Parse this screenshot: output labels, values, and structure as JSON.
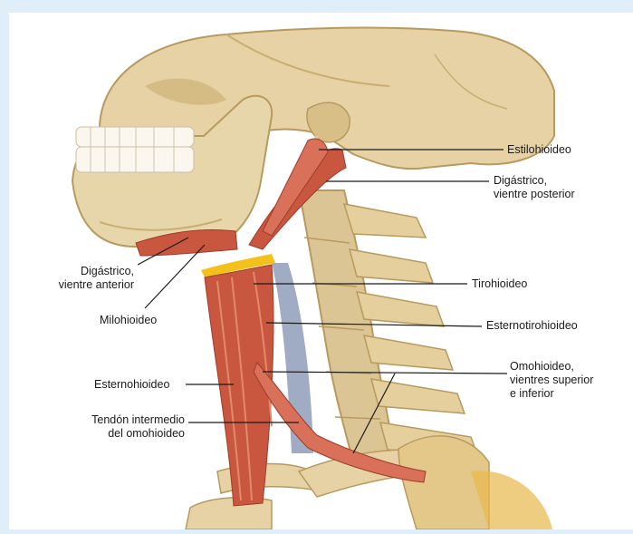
{
  "diagram": {
    "labels": {
      "estilohioideo": [
        "Estilohioideo"
      ],
      "digastrico_posterior": [
        "Digástrico,",
        "vientre posterior"
      ],
      "tirohioideo": [
        "Tirohioideo"
      ],
      "esternotirohioideo": [
        "Esternotirohioideo"
      ],
      "omohioideo": [
        "Omohioideo,",
        "vientres superior",
        "e inferior"
      ],
      "digastrico_anterior": [
        "Digástrico,",
        "vientre anterior"
      ],
      "milohioideo": [
        "Milohioideo"
      ],
      "esternohioideo": [
        "Esternohioideo"
      ],
      "tendon_omohioideo": [
        "Tendón intermedio",
        "del omohioideo"
      ]
    },
    "colors": {
      "background": "#dfeef8",
      "panel": "#ffffff",
      "bone": "#e6d2a4",
      "bone_shadow": "#b89a5e",
      "muscle": "#c9573f",
      "muscle_light": "#e08a6c",
      "hyoid": "#f2c21b",
      "trachea": "#8f9db8",
      "leader": "#1a1a1a"
    }
  }
}
